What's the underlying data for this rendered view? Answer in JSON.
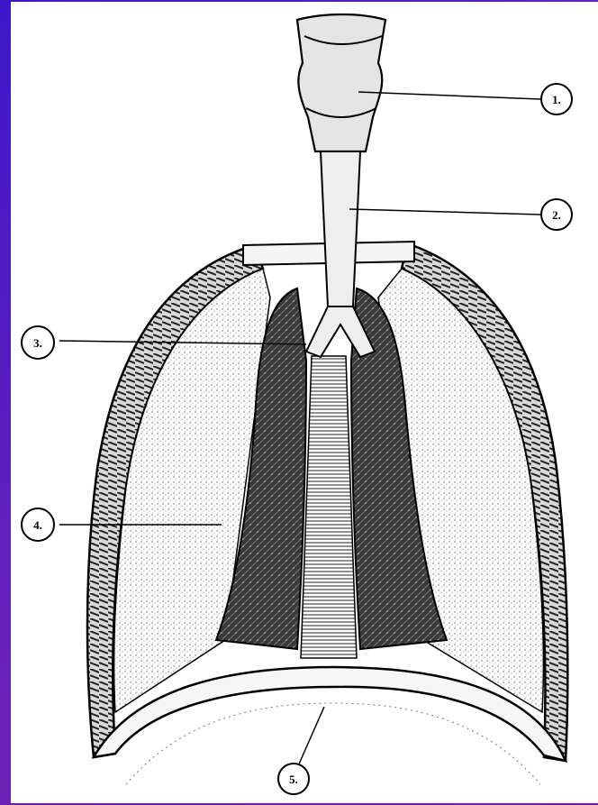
{
  "labels": [
    {
      "id": "larynx",
      "text": "1."
    },
    {
      "id": "trachea",
      "text": "2."
    },
    {
      "id": "bronchus",
      "text": "3."
    },
    {
      "id": "lung",
      "text": "4."
    },
    {
      "id": "diaphragm",
      "text": "5."
    }
  ],
  "colors": {
    "background": "#5a1fb8",
    "panel": "#ffffff",
    "ink": "#000000",
    "lungShade": "#4a4a4a"
  }
}
